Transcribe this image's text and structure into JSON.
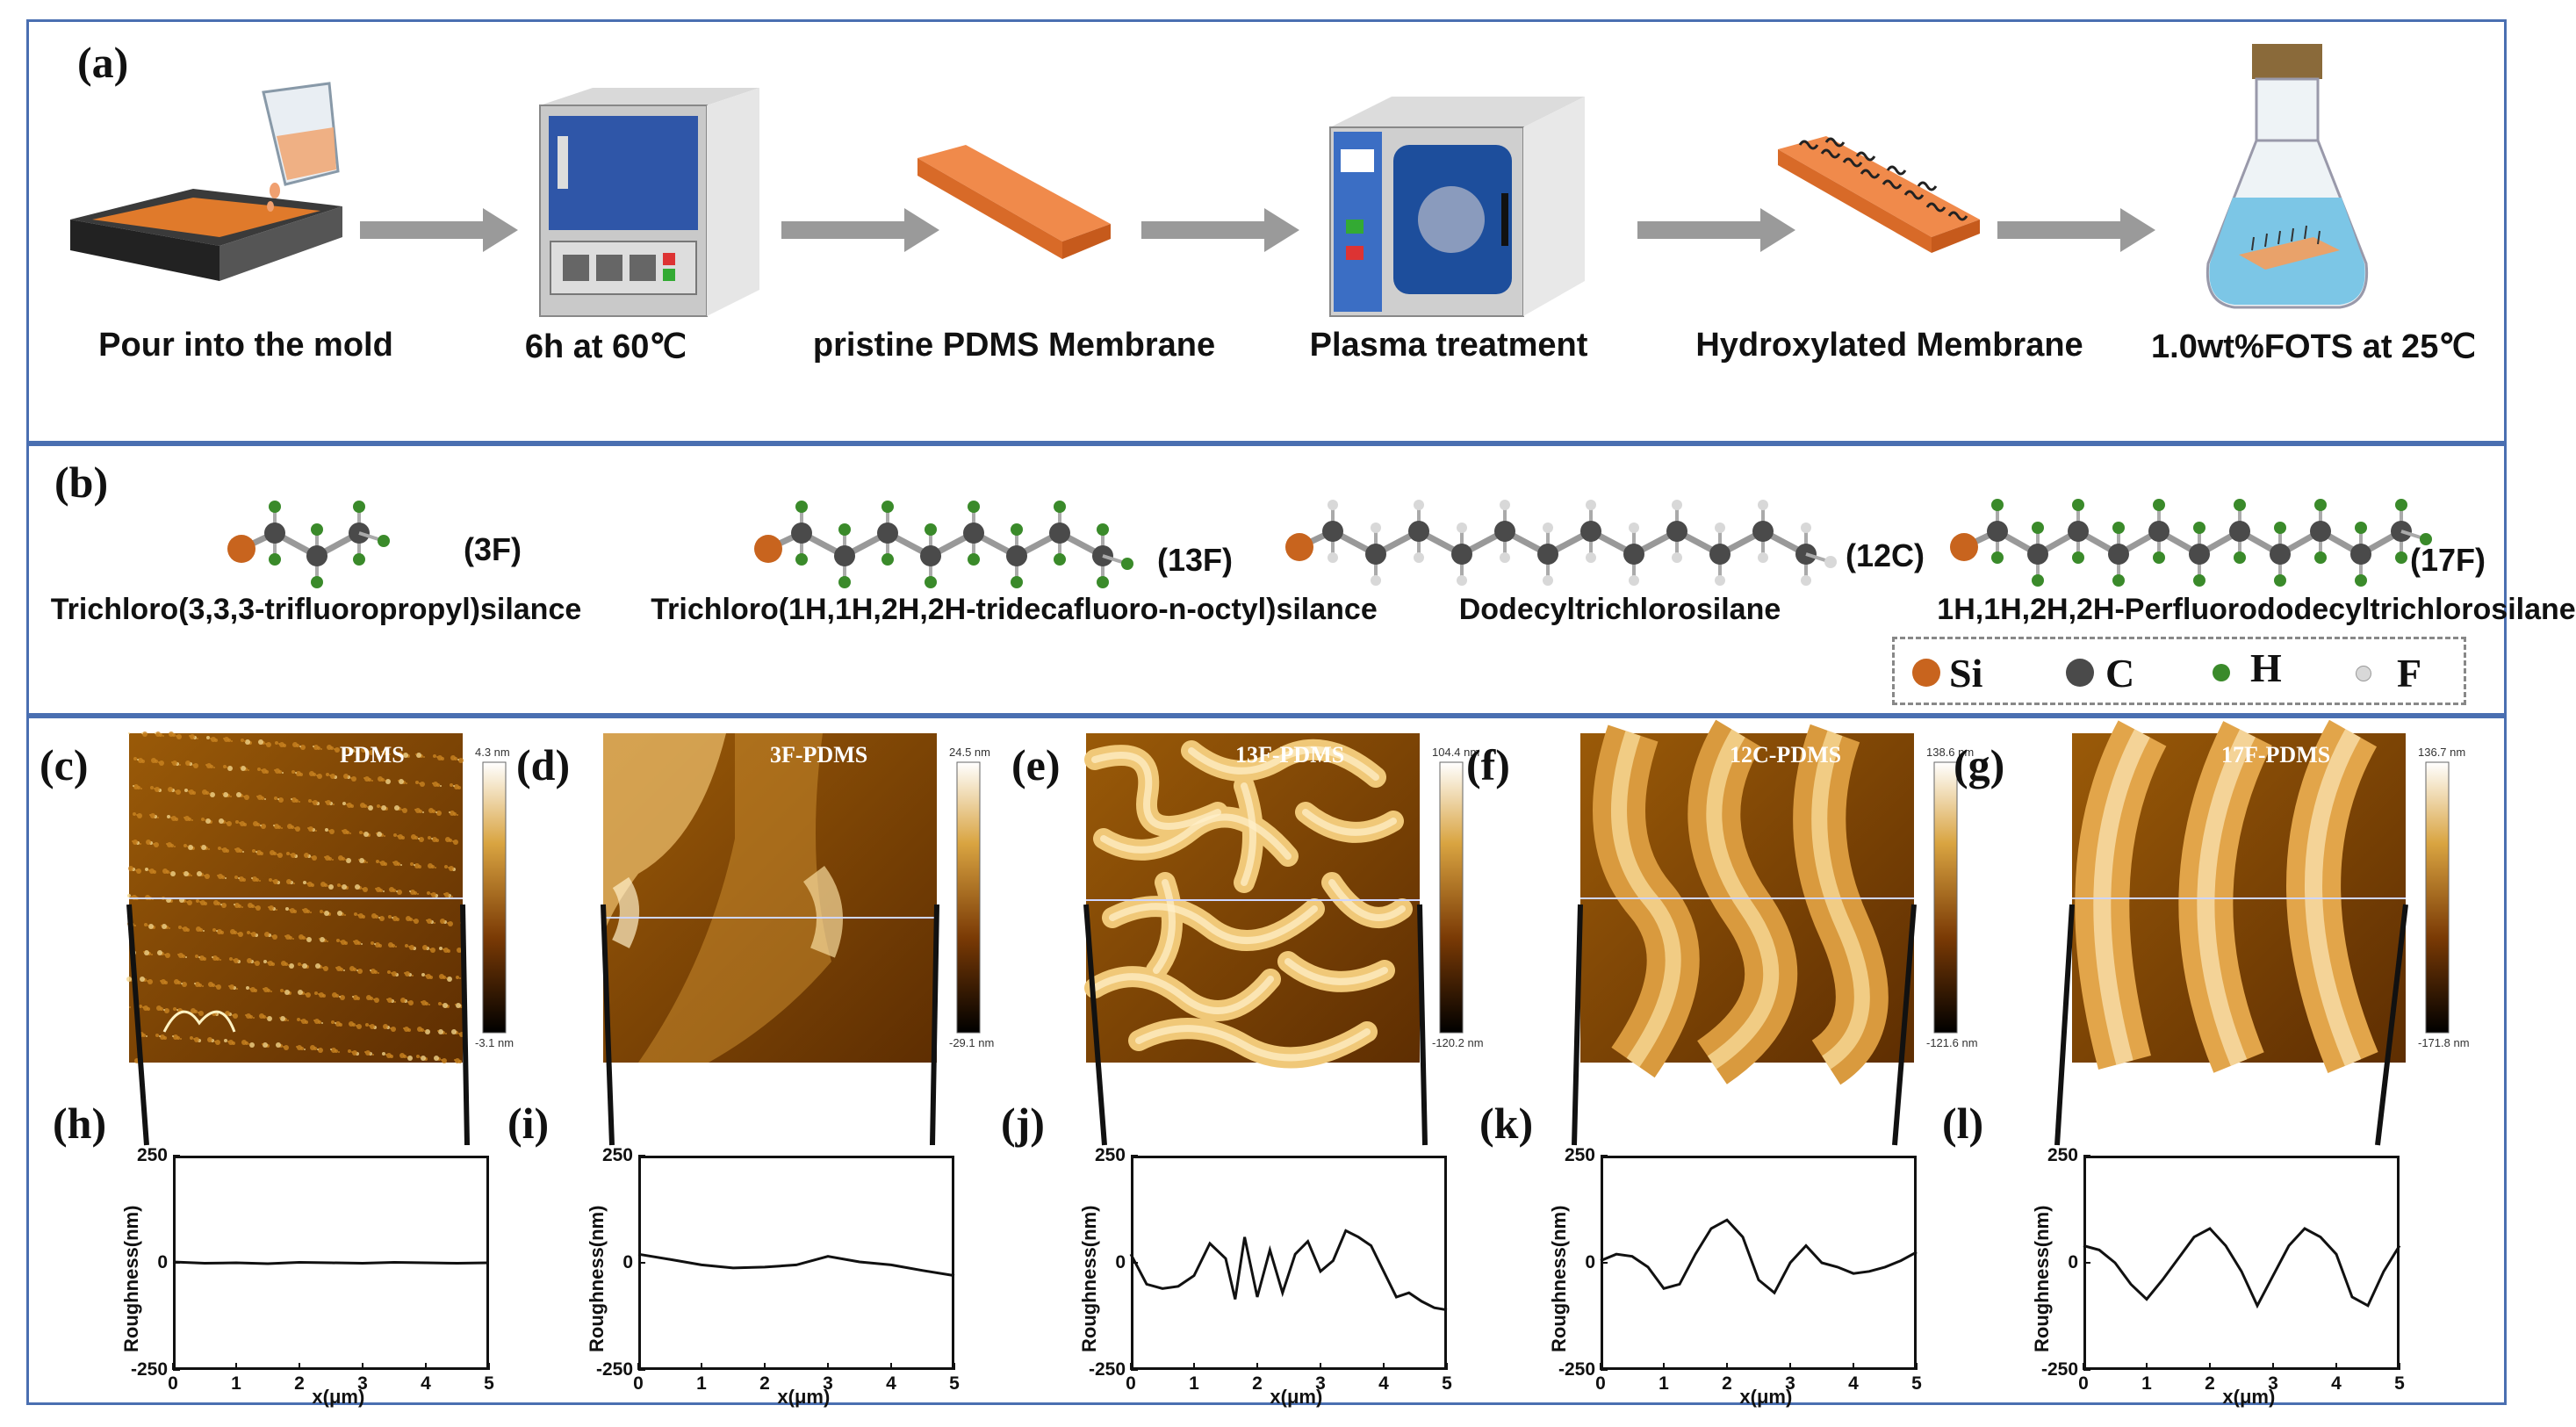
{
  "panel_a": {
    "label": "(a)",
    "steps": [
      {
        "label": "Pour into the mold",
        "icon": "mold-pouring-icon"
      },
      {
        "label": "6h at 60℃",
        "icon": "oven-icon"
      },
      {
        "label": "pristine PDMS Membrane",
        "icon": "membrane-icon"
      },
      {
        "label": "Plasma treatment",
        "icon": "plasma-chamber-icon"
      },
      {
        "label": "Hydroxylated Membrane",
        "icon": "hydroxylated-membrane-icon"
      },
      {
        "label": "1.0wt%FOTS at 25℃",
        "icon": "flask-icon"
      }
    ]
  },
  "panel_b": {
    "label": "(b)",
    "molecules": [
      {
        "code": "(3F)",
        "name": "Trichloro(3,3,3-trifluoropropyl)silance"
      },
      {
        "code": "(13F)",
        "name": "Trichloro(1H,1H,2H,2H-tridecafluoro-n-octyl)silance"
      },
      {
        "code": "(12C)",
        "name": "Dodecyltrichlorosilane"
      },
      {
        "code": "(17F)",
        "name": "1H,1H,2H,2H-Perfluorododecyltrichlorosilane"
      }
    ],
    "legend": [
      {
        "symbol": "Si",
        "color": "#c8641e"
      },
      {
        "symbol": "C",
        "color": "#4a4a4a"
      },
      {
        "symbol": "H",
        "color": "#3a8a2a"
      },
      {
        "symbol": "F",
        "color": "#d8d8d8"
      }
    ]
  },
  "afm_images": [
    {
      "label": "(c)",
      "title": "PDMS",
      "max": "4.3 nm",
      "min": "-3.1 nm"
    },
    {
      "label": "(d)",
      "title": "3F-PDMS",
      "max": "24.5 nm",
      "min": "-29.1 nm"
    },
    {
      "label": "(e)",
      "title": "13F-PDMS",
      "max": "104.4 nm",
      "min": "-120.2 nm"
    },
    {
      "label": "(f)",
      "title": "12C-PDMS",
      "max": "138.6 nm",
      "min": "-121.6 nm"
    },
    {
      "label": "(g)",
      "title": "17F-PDMS",
      "max": "136.7 nm",
      "min": "-171.8 nm"
    }
  ],
  "chart_data": [
    {
      "type": "line",
      "label": "(h)",
      "xlabel": "x(μm)",
      "ylabel": "Roughness(nm)",
      "xlim": [
        0,
        5
      ],
      "ylim": [
        -250,
        250
      ],
      "x": [
        0,
        0.5,
        1,
        1.5,
        2,
        2.5,
        3,
        3.5,
        4,
        4.5,
        5
      ],
      "values": [
        2,
        -1,
        0,
        -2,
        1,
        0,
        -1,
        1,
        0,
        -1,
        0
      ]
    },
    {
      "type": "line",
      "label": "(i)",
      "xlabel": "x(μm)",
      "ylabel": "Roughness(nm)",
      "xlim": [
        0,
        5
      ],
      "ylim": [
        -250,
        250
      ],
      "x": [
        0,
        0.5,
        1,
        1.5,
        2,
        2.5,
        3,
        3.5,
        4,
        4.5,
        5
      ],
      "values": [
        20,
        8,
        -5,
        -12,
        -10,
        -5,
        15,
        2,
        -5,
        -18,
        -30
      ]
    },
    {
      "type": "line",
      "label": "(j)",
      "xlabel": "x(μm)",
      "ylabel": "Roughness(nm)",
      "xlim": [
        0,
        5
      ],
      "ylim": [
        -250,
        250
      ],
      "x": [
        0,
        0.25,
        0.5,
        0.75,
        1,
        1.25,
        1.5,
        1.65,
        1.8,
        2,
        2.2,
        2.4,
        2.6,
        2.8,
        3,
        3.2,
        3.4,
        3.6,
        3.8,
        4,
        4.2,
        4.4,
        4.6,
        4.8,
        5
      ],
      "values": [
        20,
        -50,
        -60,
        -55,
        -30,
        45,
        10,
        -85,
        60,
        -80,
        30,
        -70,
        20,
        50,
        -20,
        5,
        75,
        60,
        40,
        -20,
        -80,
        -70,
        -90,
        -105,
        -110
      ]
    },
    {
      "type": "line",
      "label": "(k)",
      "xlabel": "x(μm)",
      "ylabel": "Roughness(nm)",
      "xlim": [
        0,
        5
      ],
      "ylim": [
        -250,
        250
      ],
      "x": [
        0,
        0.25,
        0.5,
        0.75,
        1,
        1.25,
        1.5,
        1.75,
        2,
        2.25,
        2.5,
        2.75,
        3,
        3.25,
        3.5,
        3.75,
        4,
        4.25,
        4.5,
        4.75,
        5
      ],
      "values": [
        5,
        20,
        15,
        -10,
        -60,
        -50,
        20,
        80,
        100,
        60,
        -40,
        -70,
        0,
        40,
        0,
        -10,
        -25,
        -20,
        -10,
        5,
        25
      ]
    },
    {
      "type": "line",
      "label": "(l)",
      "xlabel": "x(μm)",
      "ylabel": "Roughness(nm)",
      "xlim": [
        0,
        5
      ],
      "ylim": [
        -250,
        250
      ],
      "x": [
        0,
        0.25,
        0.5,
        0.75,
        1,
        1.25,
        1.5,
        1.75,
        2,
        2.25,
        2.5,
        2.75,
        3,
        3.25,
        3.5,
        3.75,
        4,
        4.25,
        4.5,
        4.75,
        5
      ],
      "values": [
        40,
        30,
        0,
        -50,
        -85,
        -40,
        10,
        60,
        80,
        40,
        -20,
        -100,
        -30,
        40,
        80,
        60,
        20,
        -80,
        -100,
        -20,
        40
      ]
    }
  ]
}
